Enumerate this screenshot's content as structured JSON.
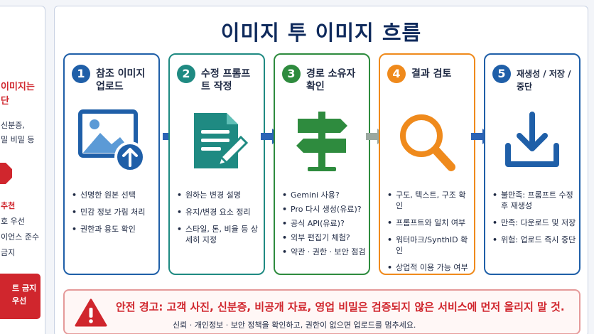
{
  "left_panel": {
    "title_lines": [
      "이미지는",
      "단"
    ],
    "text_lines": [
      "신분증,",
      "밀 비밀 등"
    ],
    "sub_heading": "추천",
    "sub_lines": [
      "호 우선",
      "이언스 준수",
      "금지"
    ],
    "red_box_lines": [
      "트 금지",
      "우선"
    ]
  },
  "main": {
    "title": "이미지 투 이미지 흐름",
    "steps": [
      {
        "number": "1",
        "title": "참조 이미지 업로드",
        "icon": "image-upload-icon",
        "color": "#1f5fa8",
        "bullets": [
          "선명한 원본 선택",
          "민감 정보 가림 처리",
          "권한과 용도 확인"
        ]
      },
      {
        "number": "2",
        "title": "수정 프롬프트 작정",
        "icon": "document-edit-icon",
        "color": "#1f8a82",
        "bullets": [
          "원하는 변경 설명",
          "유지/변경 요소 정리",
          "스타일, 톤, 비율 등 상세히 지정"
        ]
      },
      {
        "number": "3",
        "title": "경로 소유자 확인",
        "icon": "signpost-icon",
        "color": "#2e8b3e",
        "bullets": [
          "Gemini 사용?",
          "Pro 다시 생성(유료)?",
          "공식 API(유료)?",
          "외부 편집기 체험?",
          "약관 · 권한 · 보안 점검"
        ]
      },
      {
        "number": "4",
        "title": "결과 검토",
        "icon": "magnifier-icon",
        "color": "#ef8a1c",
        "bullets": [
          "구도, 텍스트, 구조 확인",
          "프롬프트와 일치 여부",
          "워터마크/SynthID 확인",
          "상업적 이용 가능 여부"
        ]
      },
      {
        "number": "5",
        "title": "재생성 / 저장 / 중단",
        "icon": "download-icon",
        "color": "#1f5fa8",
        "bullets": [
          "불만족: 프롬프트 수정 후 재생성",
          "만족: 다운로드 및 저장",
          "위험: 업로드 즉시 중단"
        ]
      }
    ],
    "warning": {
      "icon": "warning-triangle-icon",
      "main": "안전 경고: 고객 사진, 신분증, 비공개 자료, 영업 비밀은 검증되지 않은 서비스에 먼저 올리지 말 것.",
      "sub": "신뢰 · 개인정보 · 보안 정책을 확인하고, 권한이 없으면 업로드를 멈추세요."
    }
  },
  "colors": {
    "navy_title": "#0f2a5c",
    "warning_red": "#d0262d",
    "arrow_blue": "#2b63b5",
    "arrow_gray": "#9aa8a0"
  }
}
